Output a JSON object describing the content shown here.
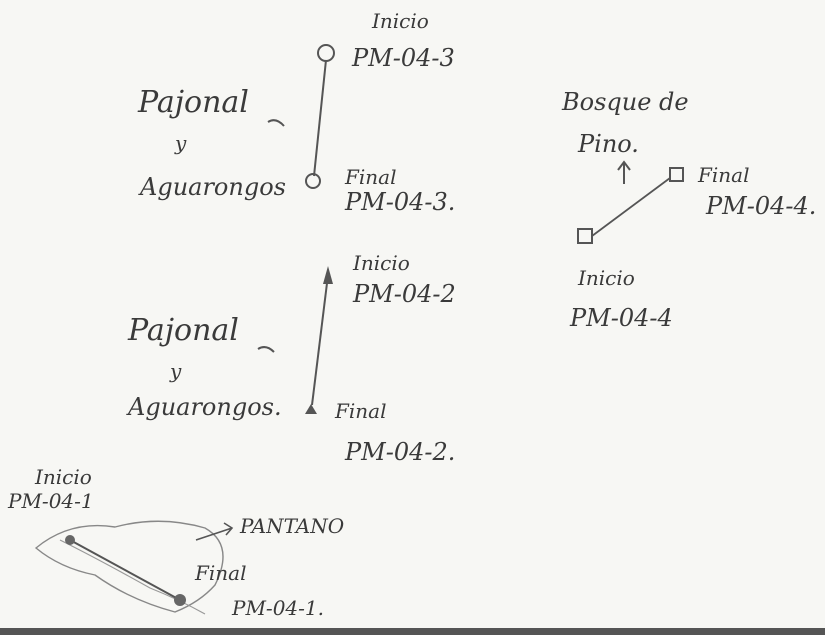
{
  "transects": [
    {
      "id": "t3",
      "start": "Inicio",
      "start_code": "PM-04-3",
      "end": "Final",
      "end_code": "PM-04-3."
    },
    {
      "id": "t2",
      "start": "Inicio",
      "start_code": "PM-04-2",
      "end": "Final",
      "end_code": "PM-04-2."
    },
    {
      "id": "t4",
      "start": "Inicio",
      "start_code": "PM-04-4",
      "end": "Final",
      "end_code": "PM-04-4."
    },
    {
      "id": "t1",
      "start": "Inicio",
      "start_code": "PM-04-1",
      "end": "Final",
      "end_code": "PM-04-1."
    }
  ],
  "habitats": {
    "t3_a": "Pajonal",
    "t3_b": "y",
    "t3_c": "Aguarongos",
    "t2_a": "Pajonal",
    "t2_b": "y",
    "t2_c": "Aguarongos.",
    "t4_a": "Bosque de",
    "t4_b": "Pino.",
    "t1": "PANTANO"
  },
  "colors": {
    "ink": "#3a3a3a",
    "pencil": "#666666",
    "paper": "#f7f7f4"
  }
}
